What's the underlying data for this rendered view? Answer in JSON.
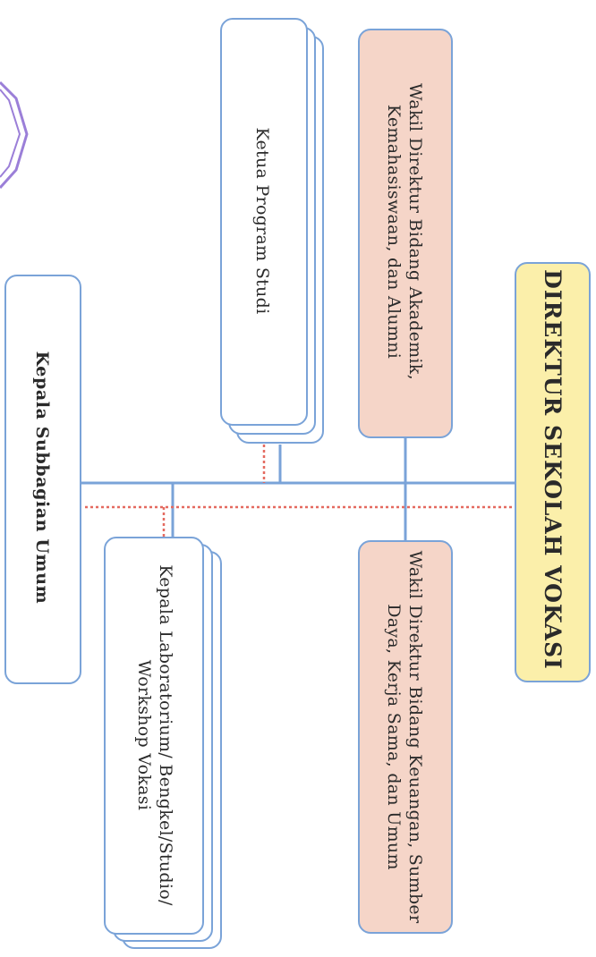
{
  "colors": {
    "director_fill": "#fbefaa",
    "deputy_fill": "#f5d5c8",
    "staff_fill": "#ffffff",
    "box_border": "#7aa3d8",
    "solid_line": "#7aa3d8",
    "dotted_line": "#e46a60",
    "logo_purple": "#9b7fd8"
  },
  "director": {
    "title": "DIREKTUR SEKOLAH VOKASI"
  },
  "deputy_academic": {
    "title": "Wakil Direktur Bidang Akademik, Kemahasiswaan, dan Alumni"
  },
  "deputy_finance": {
    "title": "Wakil Direktur Bidang Keuangan, Sumber Daya, Kerja Sama, dan Umum"
  },
  "program_head": {
    "title": "Ketua Program Studi"
  },
  "lab_head": {
    "title": "Kepala Laboratorium/ Bengkel/Studio/ Workshop Vokasi"
  },
  "admin_head": {
    "title": "Kepala Subbagian Umum"
  }
}
